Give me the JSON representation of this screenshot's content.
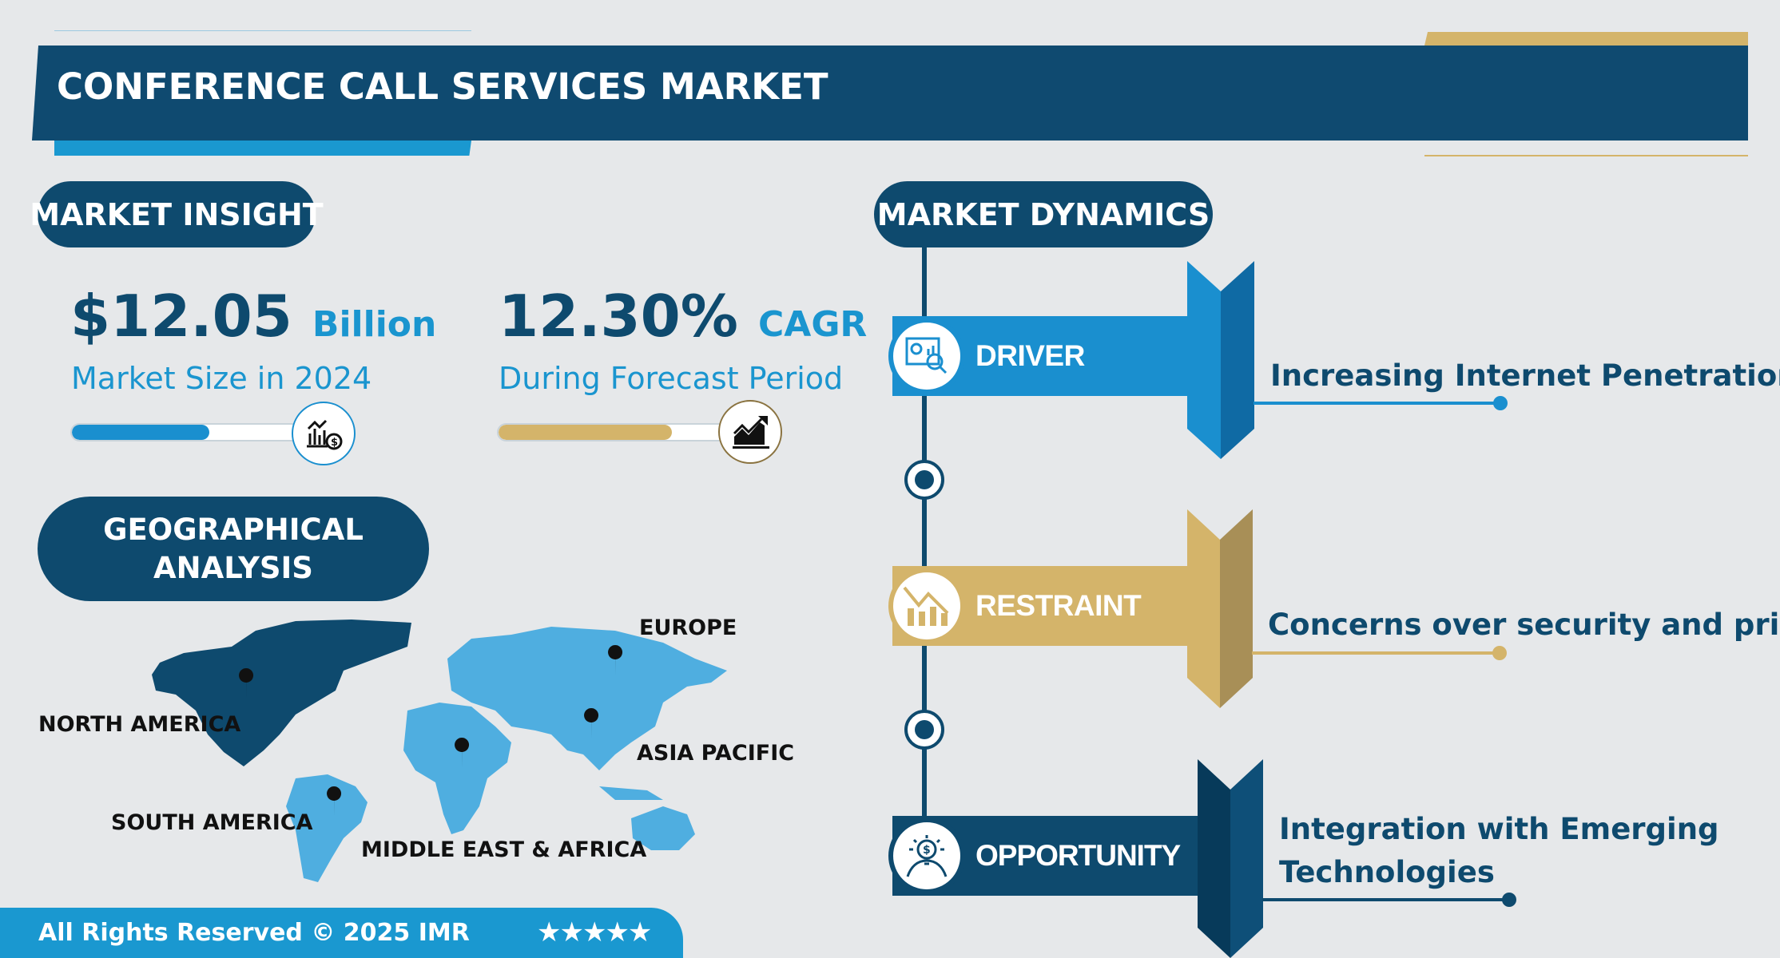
{
  "header": {
    "title": "CONFERENCE CALL SERVICES MARKET"
  },
  "colors": {
    "navy": "#0e4a6e",
    "blue": "#1a8fcf",
    "gold": "#d4b46a",
    "bg": "#e6e8ea"
  },
  "insight": {
    "label": "MARKET INSIGHT",
    "size": {
      "value": "$12.05",
      "unit": "Billion",
      "caption": "Market Size in 2024",
      "progress_pct": 60,
      "icon": "chart-dollar-icon"
    },
    "cagr": {
      "value": "12.30%",
      "unit": "CAGR",
      "caption": "During Forecast Period",
      "progress_pct": 76,
      "icon": "growth-chart-icon"
    }
  },
  "geo": {
    "label_line1": "GEOGRAPHICAL",
    "label_line2": "ANALYSIS",
    "regions": [
      "NORTH AMERICA",
      "EUROPE",
      "ASIA PACIFIC",
      "SOUTH AMERICA",
      "MIDDLE EAST & AFRICA"
    ]
  },
  "footer": {
    "text": "All Rights Reserved © 2025 IMR",
    "stars": "★★★★★",
    "rating": 5
  },
  "dynamics": {
    "label": "MARKET DYNAMICS",
    "items": [
      {
        "type": "DRIVER",
        "text": "Increasing Internet Penetration",
        "icon": "analytics-icon"
      },
      {
        "type": "RESTRAINT",
        "text": "Concerns over security and privacy",
        "icon": "declining-chart-icon"
      },
      {
        "type": "OPPORTUNITY",
        "text_line1": "Integration with Emerging",
        "text_line2": "Technologies",
        "icon": "idea-dollar-icon"
      }
    ]
  }
}
